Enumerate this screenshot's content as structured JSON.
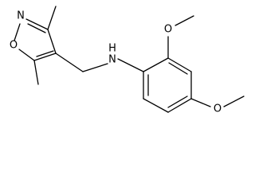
{
  "structure": {
    "atom_labels": {
      "ring_n": "N",
      "ring_o": "O",
      "amine_n": "N",
      "amine_h": "H",
      "methoxy_o_top": "O",
      "methoxy_o_bottom": "O"
    }
  }
}
